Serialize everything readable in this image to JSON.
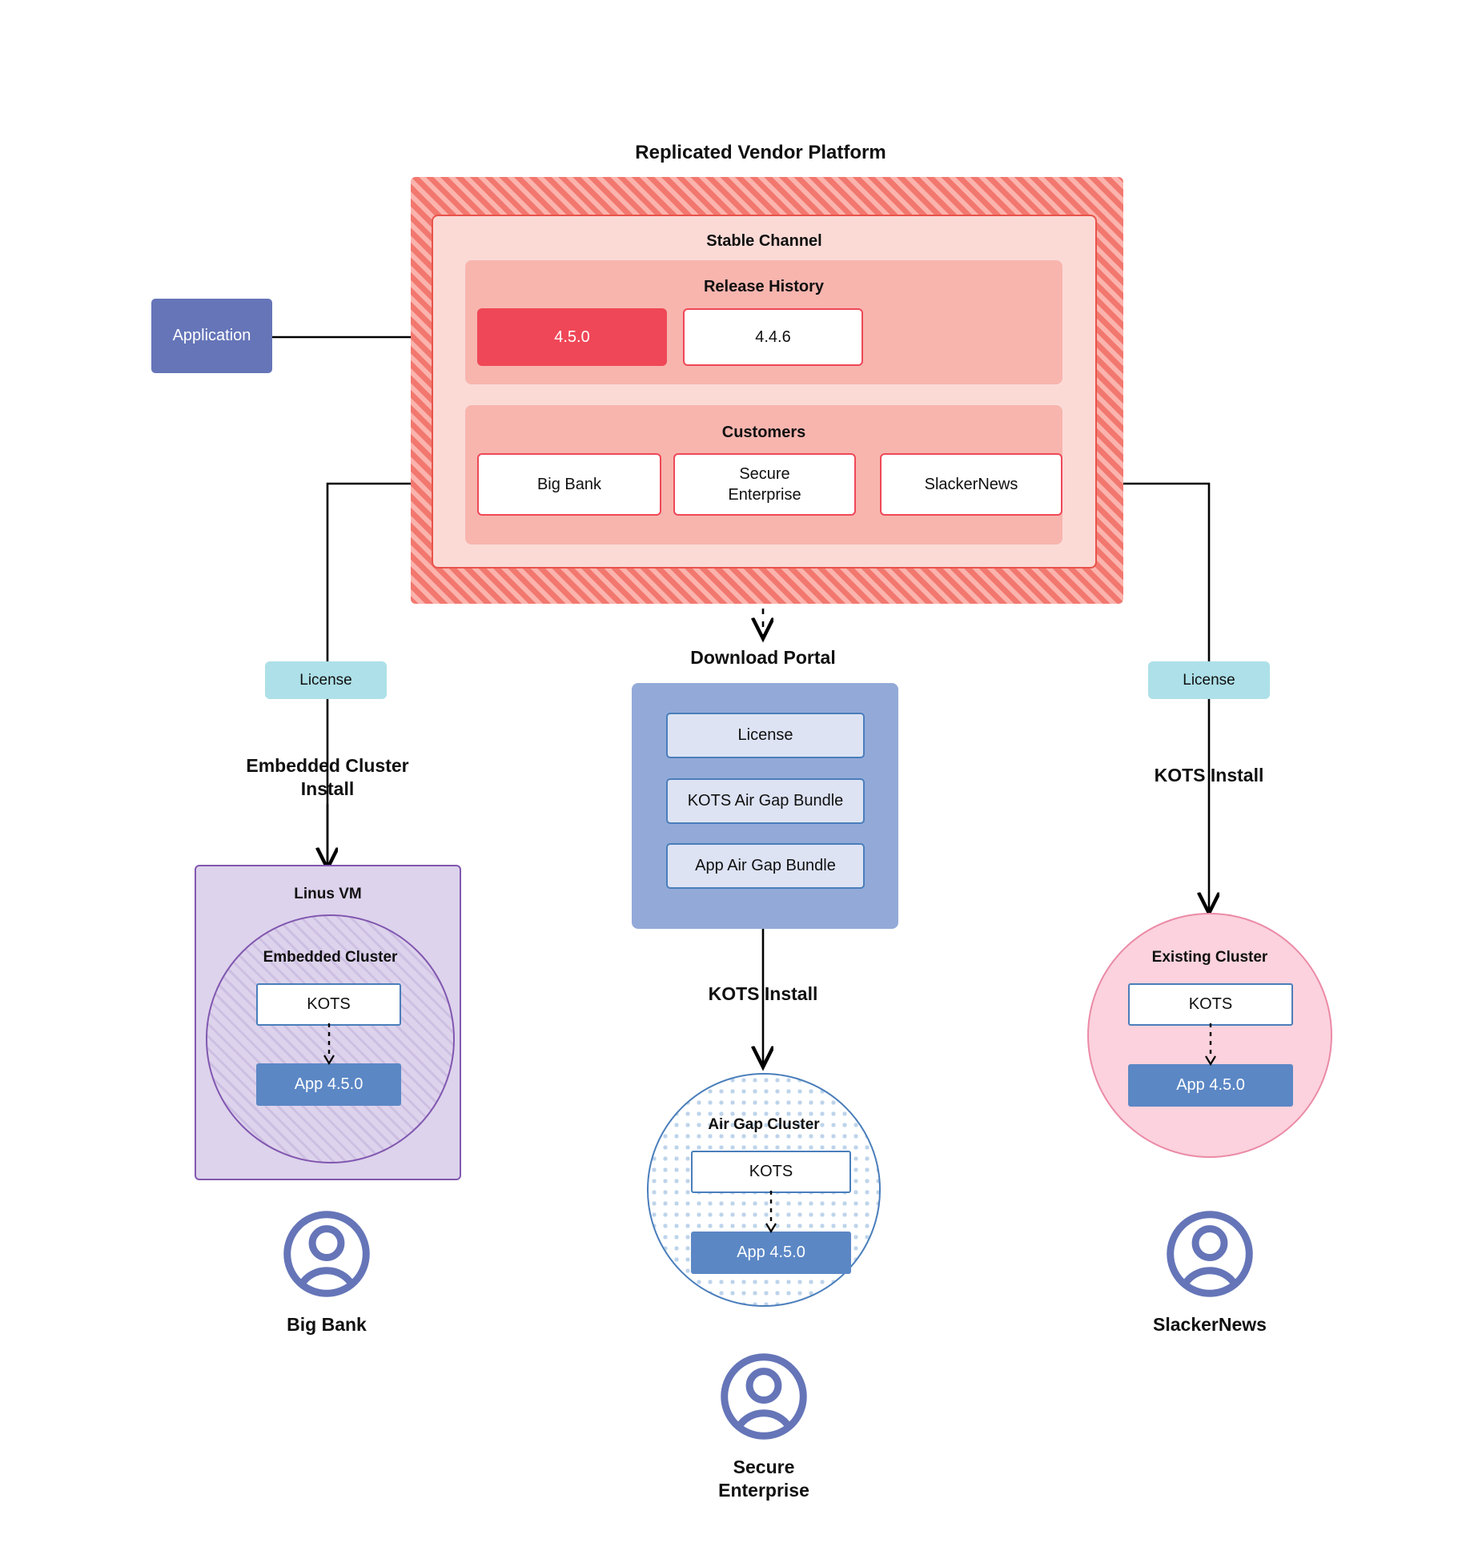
{
  "platform": {
    "title": "Replicated Vendor Platform",
    "channel_title": "Stable Channel",
    "release_history_title": "Release History",
    "releases": [
      {
        "version": "4.5.0",
        "state": "current"
      },
      {
        "version": "4.4.6",
        "state": "previous"
      }
    ],
    "customers_title": "Customers",
    "customers": [
      {
        "name": "Big Bank"
      },
      {
        "name": "Secure\nEnterprise"
      },
      {
        "name": "SlackerNews"
      }
    ]
  },
  "application": {
    "label": "Application"
  },
  "left_branch": {
    "license_label": "License",
    "install_label": "Embedded Cluster\nInstall",
    "vm_title": "Linus VM",
    "cluster_title": "Embedded Cluster",
    "kots_label": "KOTS",
    "app_label": "App 4.5.0",
    "customer_label": "Big Bank",
    "avatar_icon": "user-avatar-icon"
  },
  "center_branch": {
    "portal_title": "Download  Portal",
    "portal_items": [
      {
        "label": "License"
      },
      {
        "label": "KOTS Air Gap Bundle"
      },
      {
        "label": "App Air Gap Bundle"
      }
    ],
    "install_label": "KOTS Install",
    "cluster_title": "Air Gap Cluster",
    "kots_label": "KOTS",
    "app_label": "App 4.5.0",
    "customer_label": "Secure\nEnterprise",
    "avatar_icon": "user-avatar-icon"
  },
  "right_branch": {
    "license_label": "License",
    "install_label": "KOTS Install",
    "cluster_title": "Existing Cluster",
    "kots_label": "KOTS",
    "app_label": "App 4.5.0",
    "customer_label": "SlackerNews",
    "avatar_icon": "user-avatar-icon"
  },
  "colors": {
    "platform_hatch": "#f2786f",
    "platform_hatch_light": "#fbb3ad",
    "channel_bg": "#fbdad6",
    "sub_bg": "#f7b5ae",
    "release_current": "#ef4757",
    "release_border": "#ef4757",
    "application_bg": "#6575b8",
    "license_bg": "#ade0e8",
    "vm_bg": "#ddd3ec",
    "vm_border": "#8157b0",
    "portal_bg": "#93aad8",
    "portal_item_bg": "#dde3f3",
    "kots_border": "#4a7ebb",
    "app_bg": "#5b87c5",
    "existing_bg": "#fbd2dd",
    "existing_border": "#eb8aa6",
    "avatar": "#6575b8",
    "connector": "#000000"
  }
}
